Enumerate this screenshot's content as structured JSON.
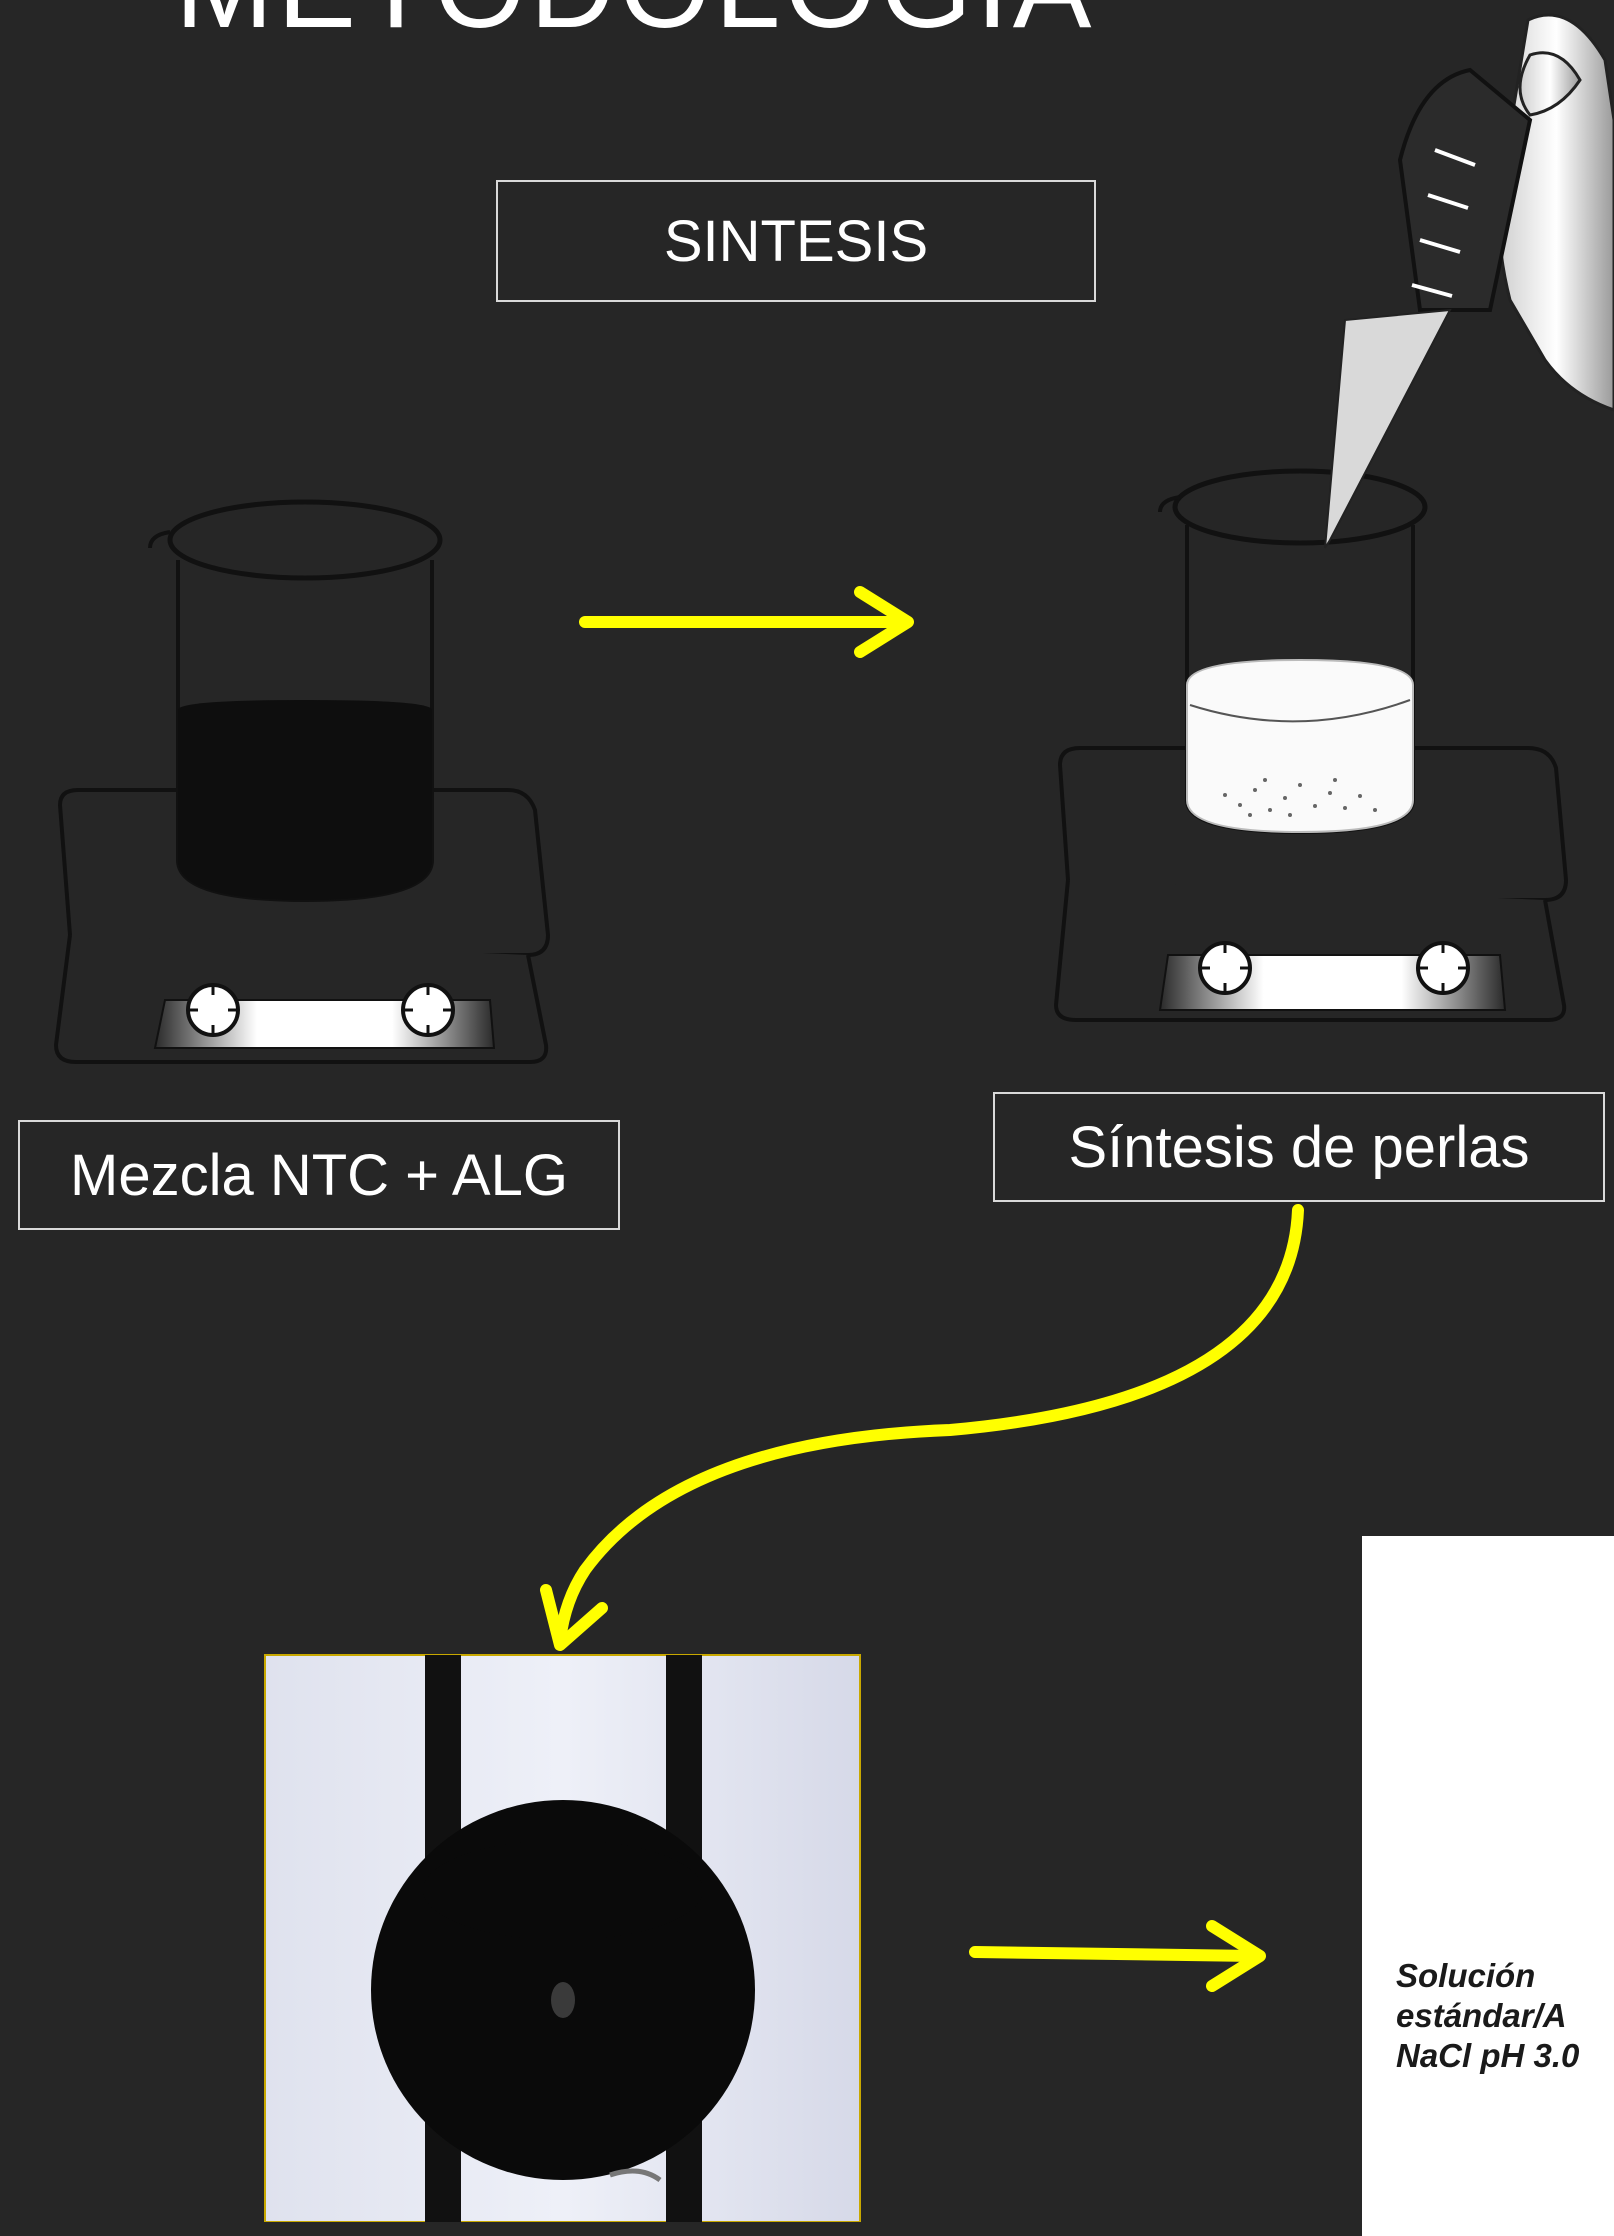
{
  "title": "METODOLOGIA",
  "section_label": "SINTESIS",
  "steps": [
    {
      "label": "Mezcla NTC + ALG"
    },
    {
      "label": "Síntesis  de perlas"
    }
  ],
  "card": {
    "line1": "Solución",
    "line2": "estándar/A",
    "line3": "NaCl pH 3.0"
  },
  "colors": {
    "background": "#262626",
    "arrow": "#ffff00",
    "text": "#ffffff"
  }
}
